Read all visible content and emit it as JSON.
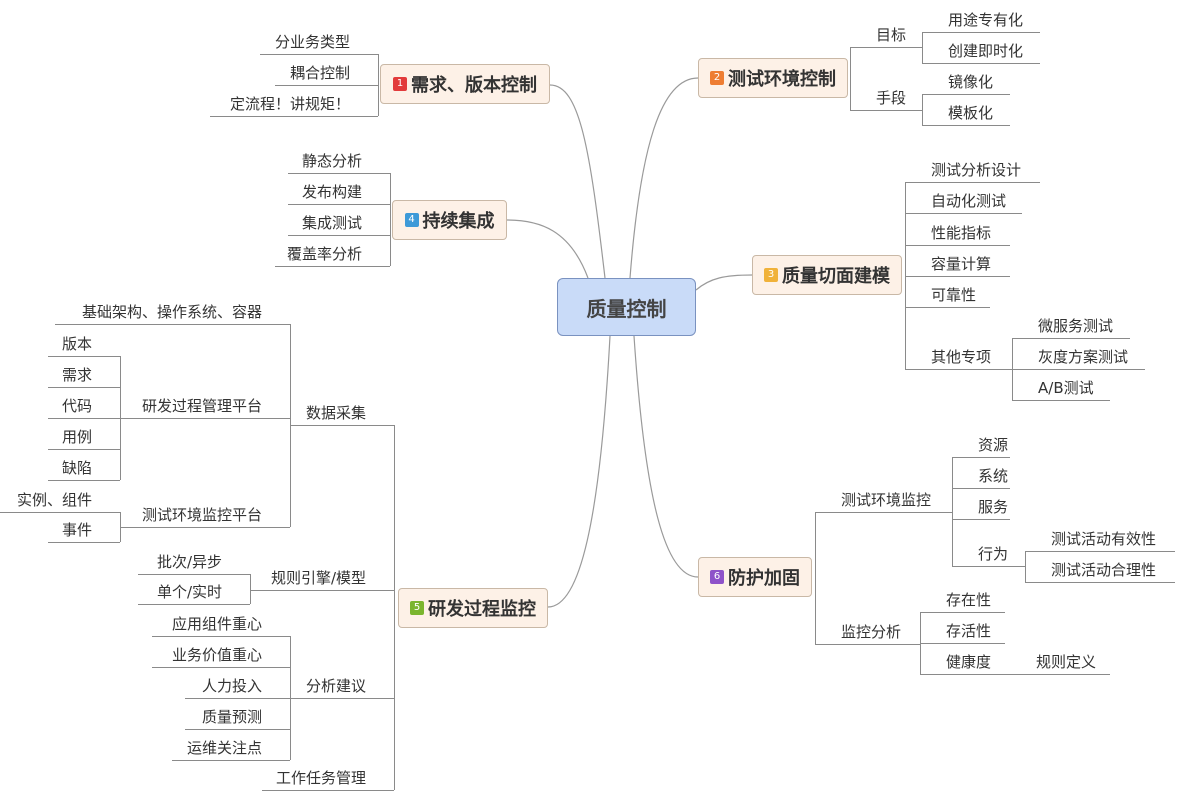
{
  "central": "质量控制",
  "branches": [
    {
      "badge": "1",
      "label": "需求、版本控制",
      "badge_color": "#e23b3b",
      "children": [
        {
          "label": "分业务类型"
        },
        {
          "label": "耦合控制"
        },
        {
          "label": "定流程！讲规矩！"
        }
      ]
    },
    {
      "badge": "2",
      "label": "测试环境控制",
      "badge_color": "#ee7d32",
      "children": [
        {
          "label": "目标",
          "children": [
            {
              "label": "用途专有化"
            },
            {
              "label": "创建即时化"
            }
          ]
        },
        {
          "label": "手段",
          "children": [
            {
              "label": "镜像化"
            },
            {
              "label": "模板化"
            }
          ]
        }
      ]
    },
    {
      "badge": "3",
      "label": "质量切面建模",
      "badge_color": "#f0b23a",
      "children": [
        {
          "label": "测试分析设计"
        },
        {
          "label": "自动化测试"
        },
        {
          "label": "性能指标"
        },
        {
          "label": "容量计算"
        },
        {
          "label": "可靠性"
        },
        {
          "label": "其他专项",
          "children": [
            {
              "label": "微服务测试"
            },
            {
              "label": "灰度方案测试"
            },
            {
              "label": "A/B测试"
            }
          ]
        }
      ]
    },
    {
      "badge": "4",
      "label": "持续集成",
      "badge_color": "#3d9ad8",
      "children": [
        {
          "label": "静态分析"
        },
        {
          "label": "发布构建"
        },
        {
          "label": "集成测试"
        },
        {
          "label": "覆盖率分析"
        }
      ]
    },
    {
      "badge": "5",
      "label": "研发过程监控",
      "badge_color": "#7ab52e",
      "children": [
        {
          "label": "数据采集",
          "children": [
            {
              "label": "基础架构、操作系统、容器"
            },
            {
              "label": "研发过程管理平台",
              "children": [
                {
                  "label": "版本"
                },
                {
                  "label": "需求"
                },
                {
                  "label": "代码"
                },
                {
                  "label": "用例"
                },
                {
                  "label": "缺陷"
                }
              ]
            },
            {
              "label": "测试环境监控平台",
              "children": [
                {
                  "label": "实例、组件"
                },
                {
                  "label": "事件"
                }
              ]
            }
          ]
        },
        {
          "label": "规则引擎/模型",
          "children": [
            {
              "label": "批次/异步"
            },
            {
              "label": "单个/实时"
            }
          ]
        },
        {
          "label": "分析建议",
          "children": [
            {
              "label": "应用组件重心"
            },
            {
              "label": "业务价值重心"
            },
            {
              "label": "人力投入"
            },
            {
              "label": "质量预测"
            },
            {
              "label": "运维关注点"
            }
          ]
        },
        {
          "label": "工作任务管理"
        }
      ]
    },
    {
      "badge": "6",
      "label": "防护加固",
      "badge_color": "#8e52c9",
      "children": [
        {
          "label": "测试环境监控",
          "children": [
            {
              "label": "资源"
            },
            {
              "label": "系统"
            },
            {
              "label": "服务"
            },
            {
              "label": "行为",
              "children": [
                {
                  "label": "测试活动有效性"
                },
                {
                  "label": "测试活动合理性"
                }
              ]
            }
          ]
        },
        {
          "label": "监控分析",
          "children": [
            {
              "label": "存在性"
            },
            {
              "label": "存活性"
            },
            {
              "label": "健康度",
              "children": [
                {
                  "label": "规则定义"
                }
              ]
            }
          ]
        }
      ]
    }
  ]
}
